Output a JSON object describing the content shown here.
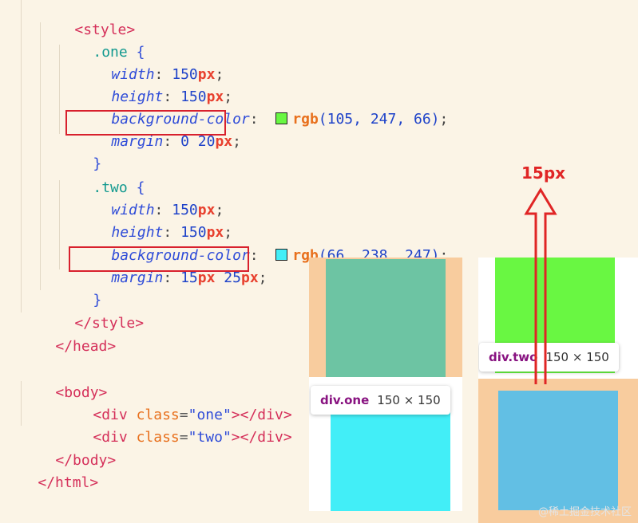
{
  "code": {
    "style_open": "<style>",
    "one_selector": ".one",
    "brace_open": "{",
    "brace_close": "}",
    "width_prop": "width",
    "height_prop": "height",
    "bg_prop": "background-color",
    "margin_prop": "margin",
    "one_width_num": "150",
    "one_height_num": "150",
    "unit_px": "px",
    "one_bg_fn": "rgb",
    "one_bg_args": "(105, 247, 66)",
    "one_swatch": "#69f742",
    "one_margin_val": "0 20",
    "two_selector": ".two",
    "two_width_num": "150",
    "two_height_num": "150",
    "two_bg_fn": "rgb",
    "two_bg_args": "(66, 238, 247)",
    "two_swatch": "#42eef7",
    "two_margin_a": "15",
    "two_margin_b": "25",
    "style_close": "</style>",
    "head_close": "</head>",
    "body_open": "<body>",
    "div_lt": "<",
    "div_tag": "div",
    "class_attr": "class",
    "eq": "=",
    "q1": "\"",
    "class_one": "one",
    "class_two": "two",
    "div_end": "></div>",
    "body_close": "</body>",
    "html_close": "</html>"
  },
  "devtools_a": {
    "tooltip_name": "div.one",
    "tooltip_size": "150 × 150",
    "one_fill": "#6dc4a3",
    "margin_fill": "#f8cc9e",
    "two_fill": "#42eef7"
  },
  "devtools_b": {
    "tooltip_name": "div.two",
    "tooltip_size": "150 × 150",
    "one_fill": "#69f742",
    "margin_fill": "#f8cc9e",
    "two_fill": "#62bfe4"
  },
  "annotation": {
    "label": "15px",
    "color": "#e02525"
  },
  "watermark": "@稀土掘金技术社区"
}
